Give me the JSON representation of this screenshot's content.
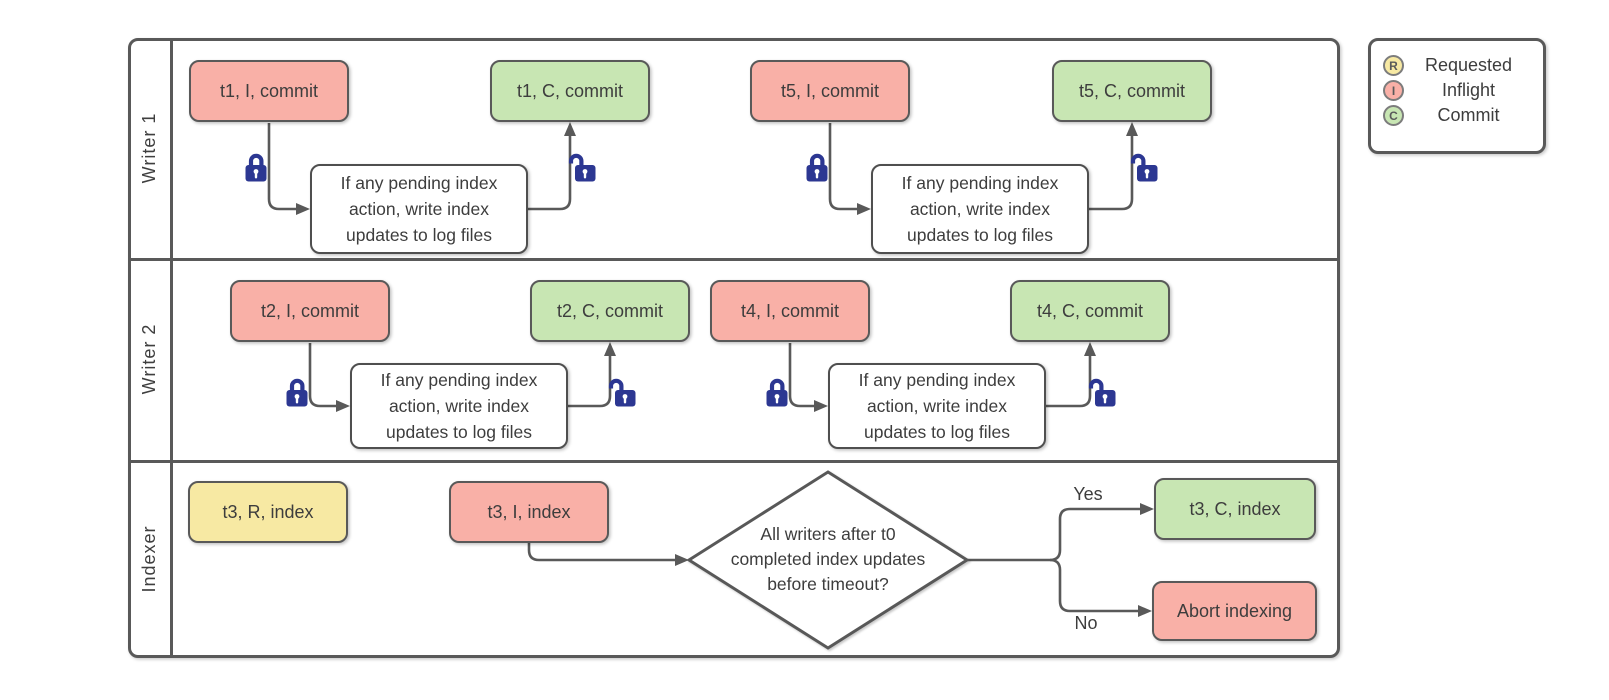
{
  "lanes": [
    {
      "label": "Writer 1"
    },
    {
      "label": "Writer 2"
    },
    {
      "label": "Indexer"
    }
  ],
  "process_lines": [
    "If any pending index",
    "action, write index",
    "updates to log files"
  ],
  "writer_groups": [
    {
      "inflight": "t1, I, commit",
      "commit": "t1, C, commit"
    },
    {
      "inflight": "t5, I, commit",
      "commit": "t5, C, commit"
    },
    {
      "inflight": "t2, I, commit",
      "commit": "t2, C, commit"
    },
    {
      "inflight": "t4, I, commit",
      "commit": "t4, C, commit"
    }
  ],
  "indexer": {
    "requested": "t3, R, index",
    "inflight": "t3, I, index",
    "decision_lines": [
      "All writers after t0",
      "completed index updates",
      "before timeout?"
    ],
    "yes_label": "Yes",
    "no_label": "No",
    "commit": "t3, C, index",
    "abort": "Abort indexing"
  },
  "legend": {
    "items": [
      {
        "letter": "R",
        "label": "Requested"
      },
      {
        "letter": "I",
        "label": "Inflight"
      },
      {
        "letter": "C",
        "label": "Commit"
      }
    ]
  },
  "colors": {
    "inflight_fill": "#f9b0a7",
    "commit_fill": "#c8e6b3",
    "requested_fill": "#f7e9a3",
    "lock_blue": "#2c3792",
    "line_gray": "#595959"
  }
}
